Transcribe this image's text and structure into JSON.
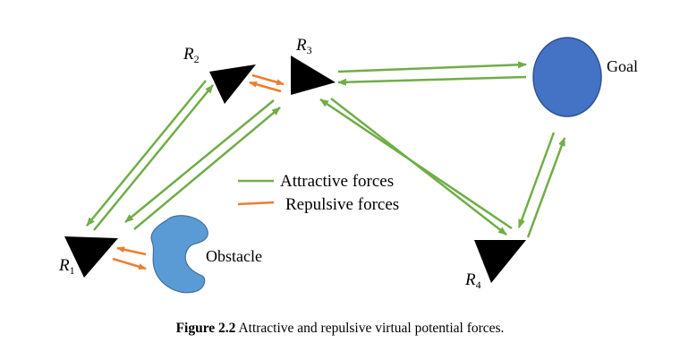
{
  "colors": {
    "attractive": "#70ad47",
    "repulsive": "#ed7d31",
    "goal_fill": "#4472c4",
    "goal_stroke": "#2f528f",
    "obstacle_fill": "#5b9bd5",
    "obstacle_stroke": "#41719c",
    "robot": "#000000"
  },
  "robots": [
    {
      "letter": "R",
      "sub": "1"
    },
    {
      "letter": "R",
      "sub": "2"
    },
    {
      "letter": "R",
      "sub": "3"
    },
    {
      "letter": "R",
      "sub": "4"
    }
  ],
  "goal_label": "Goal",
  "obstacle_label": "Obstacle",
  "legend": {
    "attractive": "Attractive forces",
    "repulsive": "Repulsive forces"
  },
  "caption": {
    "tag": "Figure 2.2",
    "text": " Attractive and repulsive virtual potential forces."
  }
}
